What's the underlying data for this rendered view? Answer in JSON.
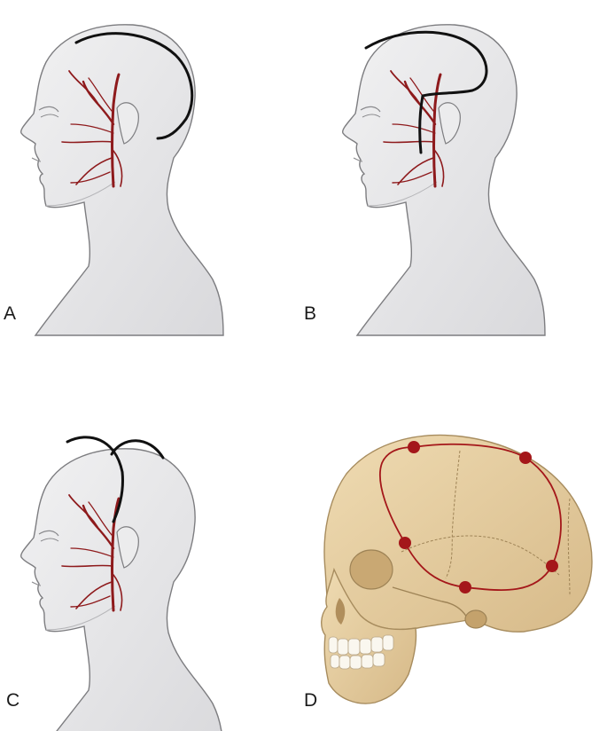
{
  "panels": [
    {
      "letter": "A",
      "incision": "question-mark"
    },
    {
      "letter": "B",
      "incision": "reverse-question-mark"
    },
    {
      "letter": "C",
      "incision": "T-bar"
    },
    {
      "letter": "D",
      "incision": "skull-keypoints"
    }
  ],
  "colors": {
    "skin": "#e9e9ea",
    "outline": "#7d7d80",
    "artery": "#8e1a1c",
    "incision": "#111111",
    "bone": "#e7cfa1",
    "keypoint": "#a4171a"
  }
}
